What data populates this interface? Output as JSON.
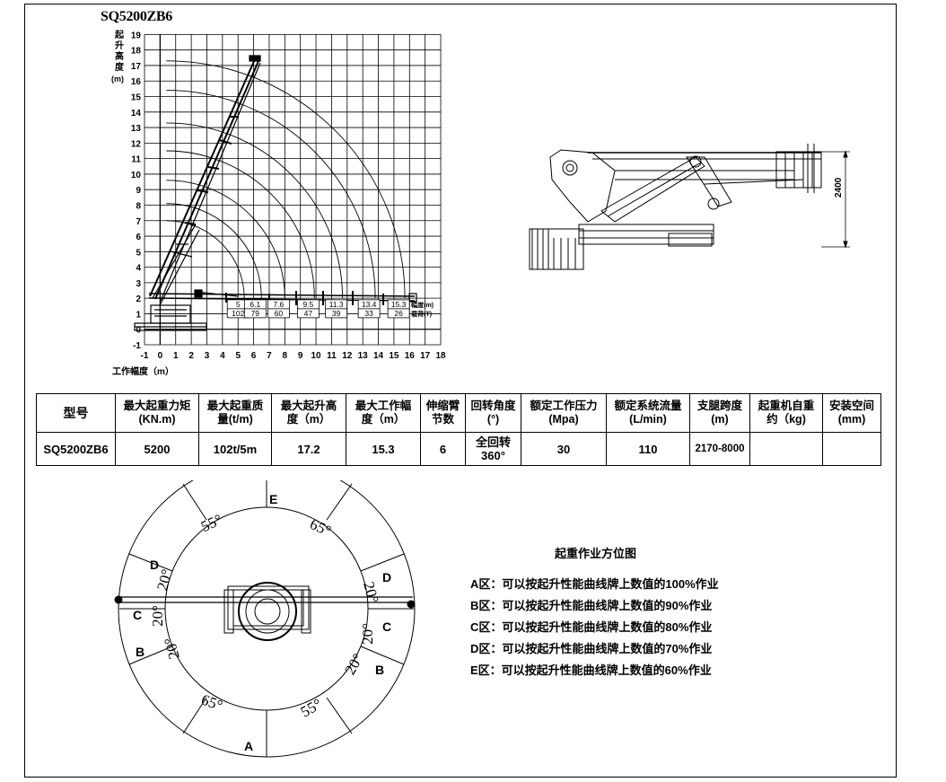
{
  "model_title": "SQ5200ZB6",
  "chart": {
    "y_axis_label": [
      "起",
      "升",
      "高",
      "度",
      "(m)"
    ],
    "x_axis_label": "工作幅度（m）",
    "y_ticks": [
      "-1",
      "0",
      "1",
      "2",
      "3",
      "4",
      "5",
      "6",
      "7",
      "8",
      "9",
      "10",
      "11",
      "12",
      "13",
      "14",
      "15",
      "16",
      "17",
      "18",
      "19"
    ],
    "x_ticks": [
      "-1",
      "0",
      "1",
      "2",
      "3",
      "4",
      "5",
      "6",
      "7",
      "8",
      "9",
      "10",
      "11",
      "12",
      "13",
      "14",
      "15",
      "16",
      "17",
      "18"
    ],
    "table_row_labels": [
      "幅度(m)",
      "载荷(T)"
    ]
  },
  "chart_data": {
    "type": "table",
    "title": "",
    "xlabel": "工作幅度（m）",
    "ylabel": "起升高度(m)",
    "xlim": [
      -1,
      18
    ],
    "ylim": [
      -1,
      19
    ],
    "grid": true,
    "categories": [
      "5",
      "6.1",
      "7.6",
      "9.5",
      "11.3",
      "13.4",
      "15.3"
    ],
    "series": [
      {
        "name": "幅度(m)",
        "values": [
          5,
          6.1,
          7.6,
          9.5,
          11.3,
          13.4,
          15.3
        ]
      },
      {
        "name": "载荷(T)",
        "values": [
          102,
          79,
          60,
          47,
          39,
          33,
          26
        ]
      }
    ]
  },
  "side_view": {
    "dimension_label": "2400"
  },
  "spec_table": {
    "headers": [
      [
        "型号"
      ],
      [
        "最大起重力矩",
        "(KN.m)"
      ],
      [
        "最大起重质",
        "量(t/m)"
      ],
      [
        "最大起升高",
        "度（m）"
      ],
      [
        "最大工作幅",
        "度（m）"
      ],
      [
        "伸缩臂",
        "节数"
      ],
      [
        "回转角度",
        "(°)"
      ],
      [
        "额定工作压力",
        "(Mpa)"
      ],
      [
        "额定系统流量",
        "(L/min)"
      ],
      [
        "支腿跨度",
        "(m)"
      ],
      [
        "起重机自重",
        "约（kg)"
      ],
      [
        "安装空间",
        "(mm)"
      ]
    ],
    "values": [
      [
        "SQ5200ZB6"
      ],
      [
        "5200"
      ],
      [
        "102t/5m"
      ],
      [
        "17.2"
      ],
      [
        "15.3"
      ],
      [
        "6"
      ],
      [
        "全回转",
        "360°"
      ],
      [
        "30"
      ],
      [
        "110"
      ],
      [
        "2170-8000"
      ],
      [
        ""
      ],
      [
        ""
      ]
    ]
  },
  "orientation": {
    "zones": {
      "A": "A",
      "B_left": "B",
      "C_left": "C",
      "D_left": "D",
      "E": "E",
      "D_right": "D",
      "C_right": "C",
      "B_right": "B"
    },
    "angles": {
      "top_left": "55°",
      "top_right": "65°",
      "left_upper": "20°",
      "left_mid": "20°",
      "left_lower": "20°",
      "right_upper": "20°",
      "right_mid": "20°",
      "right_lower": "20°",
      "bottom_left": "65°",
      "bottom_right": "55°"
    },
    "legend_title": "起重作业方位图",
    "legend_lines": [
      "A区：可以按起升性能曲线牌上数值的100%作业",
      "B区：可以按起升性能曲线牌上数值的90%作业",
      "C区：可以按起升性能曲线牌上数值的80%作业",
      "D区：可以按起升性能曲线牌上数值的70%作业",
      "E区：可以按起升性能曲线牌上数值的60%作业"
    ]
  }
}
